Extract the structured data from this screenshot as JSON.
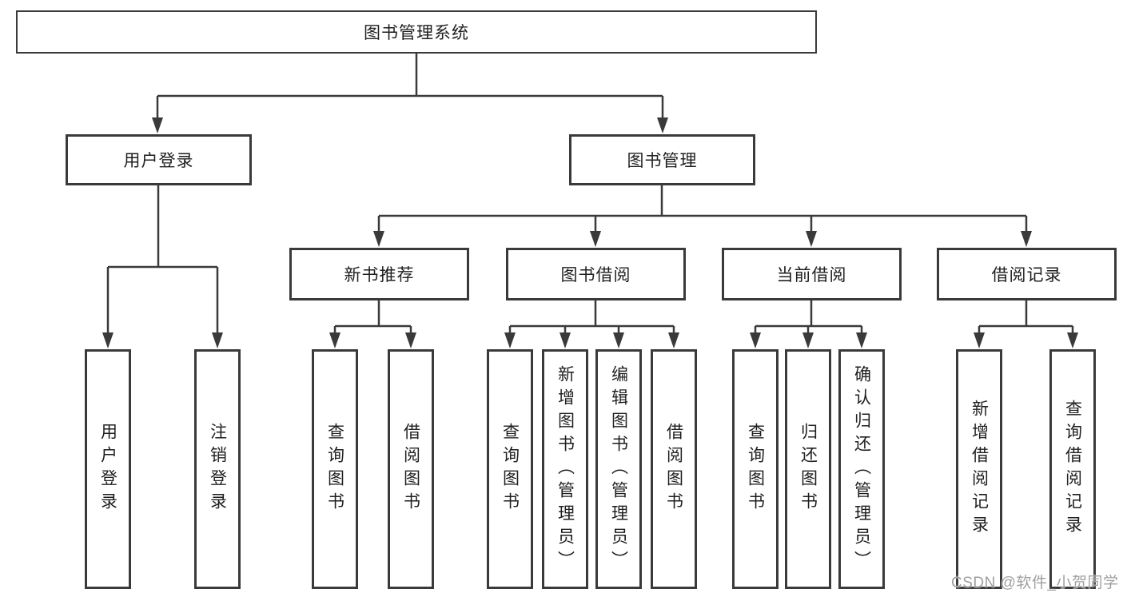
{
  "colors": {
    "line": "#3a3a3a",
    "box_border": "#3a3a3a",
    "text": "#1f1f1f",
    "watermark": "#9f9f9f",
    "background": "#ffffff"
  },
  "root": {
    "label": "图书管理系统"
  },
  "branches": [
    {
      "label": "用户登录",
      "children": [
        {
          "label": "用户登录"
        },
        {
          "label": "注销登录"
        }
      ]
    },
    {
      "label": "图书管理",
      "sections": [
        {
          "label": "新书推荐",
          "children": [
            {
              "label": "查询图书"
            },
            {
              "label": "借阅图书"
            }
          ]
        },
        {
          "label": "图书借阅",
          "children": [
            {
              "label": "查询图书"
            },
            {
              "label": "新增图书（管理员）"
            },
            {
              "label": "编辑图书（管理员）"
            },
            {
              "label": "借阅图书"
            }
          ]
        },
        {
          "label": "当前借阅",
          "children": [
            {
              "label": "查询图书"
            },
            {
              "label": "归还图书"
            },
            {
              "label": "确认归还（管理员）"
            }
          ]
        },
        {
          "label": "借阅记录",
          "children": [
            {
              "label": "新增借阅记录"
            },
            {
              "label": "查询借阅记录"
            }
          ]
        }
      ]
    }
  ],
  "watermark": {
    "text": "CSDN @软件_小贺同学"
  }
}
